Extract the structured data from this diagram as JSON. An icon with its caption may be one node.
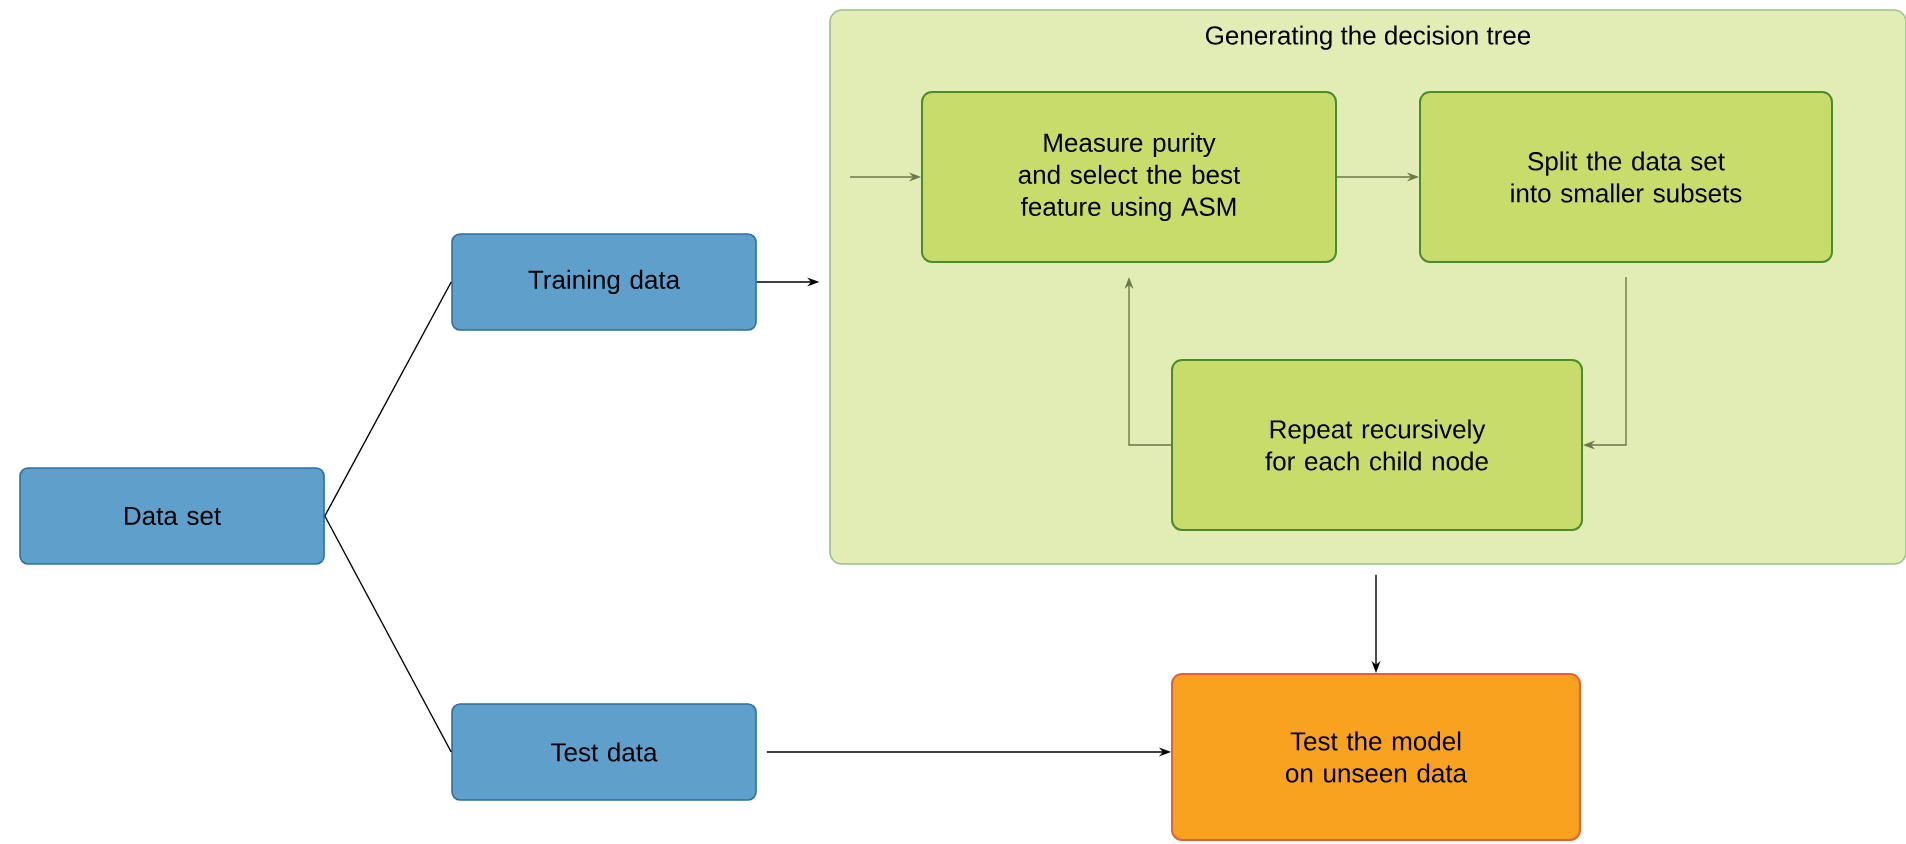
{
  "diagram": {
    "nodes": [
      {
        "text": [
          "Data set"
        ]
      },
      {
        "text": [
          "Training data"
        ]
      },
      {
        "text": [
          "Test data"
        ]
      },
      {
        "text": [
          "Generating the decision tree"
        ]
      },
      {
        "text": [
          "Measure purity and select the best feature using ASM"
        ],
        "in": 3
      },
      {
        "text": [
          "Split the data set into smaller subsets"
        ],
        "in": 3
      },
      {
        "text": [
          "Repeat recursively for each child node"
        ],
        "in": 3
      },
      {
        "text": [
          "Test the model on unseen data"
        ]
      }
    ],
    "edges": [
      {
        "from": 0,
        "to": 1,
        "arrow": "none"
      },
      {
        "from": 0,
        "to": 2,
        "arrow": "none"
      },
      {
        "from": 1,
        "to": 3,
        "arrow": "to"
      },
      {
        "from": null,
        "to": 4,
        "arrow": "to",
        "color": "#6b7a4a"
      },
      {
        "from": 4,
        "to": 5,
        "arrow": "to",
        "color": "#6b7a4a"
      },
      {
        "from": 5,
        "to": 6,
        "arrow": "to",
        "color": "#6b7a4a"
      },
      {
        "from": 6,
        "to": 4,
        "arrow": "to",
        "color": "#6b7a4a"
      },
      {
        "from": 3,
        "to": 7,
        "arrow": "to"
      },
      {
        "from": 2,
        "to": 7,
        "arrow": "to"
      }
    ]
  }
}
